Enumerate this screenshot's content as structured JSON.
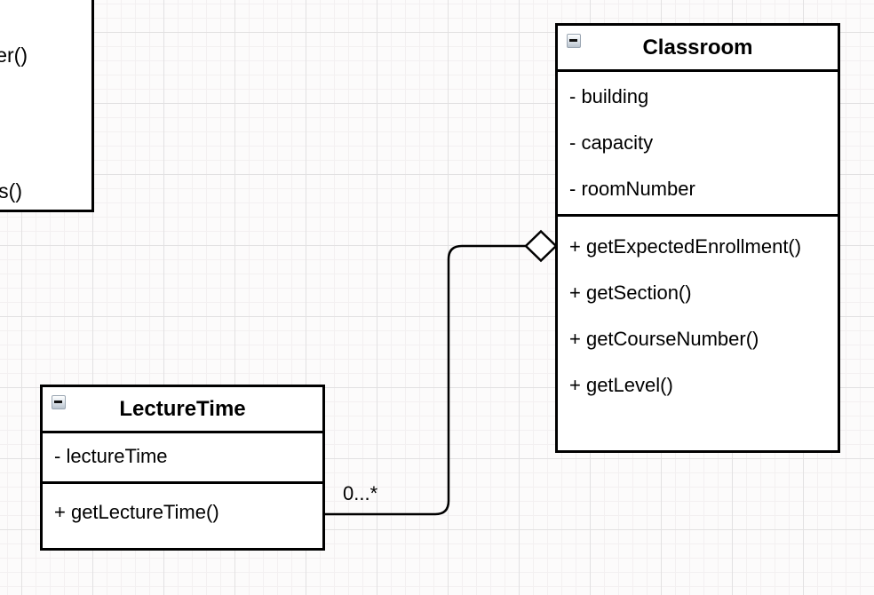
{
  "partial_class": {
    "fragments": [
      "er()",
      "s()"
    ]
  },
  "classes": [
    {
      "name": "Classroom",
      "attributes": [
        "- building",
        "- capacity",
        "- roomNumber"
      ],
      "methods": [
        "+ getExpectedEnrollment()",
        "+ getSection()",
        "+ getCourseNumber()",
        "+ getLevel()"
      ]
    },
    {
      "name": "LectureTime",
      "attributes": [
        "- lectureTime"
      ],
      "methods": [
        "+ getLectureTime()"
      ]
    }
  ],
  "connector": {
    "from": "LectureTime",
    "to": "Classroom",
    "type": "aggregation",
    "multiplicity": "0...*"
  },
  "icons": {
    "collapse": "minus-square-icon",
    "edge_end": "hollow-diamond"
  },
  "colors": {
    "stroke": "#000000",
    "box_fill": "#ffffff",
    "background": "#fcfbfb",
    "grid_minor": "#f3f0f1",
    "grid_major": "#e2e1e2",
    "collapse_icon_border": "#9aa6b2"
  }
}
